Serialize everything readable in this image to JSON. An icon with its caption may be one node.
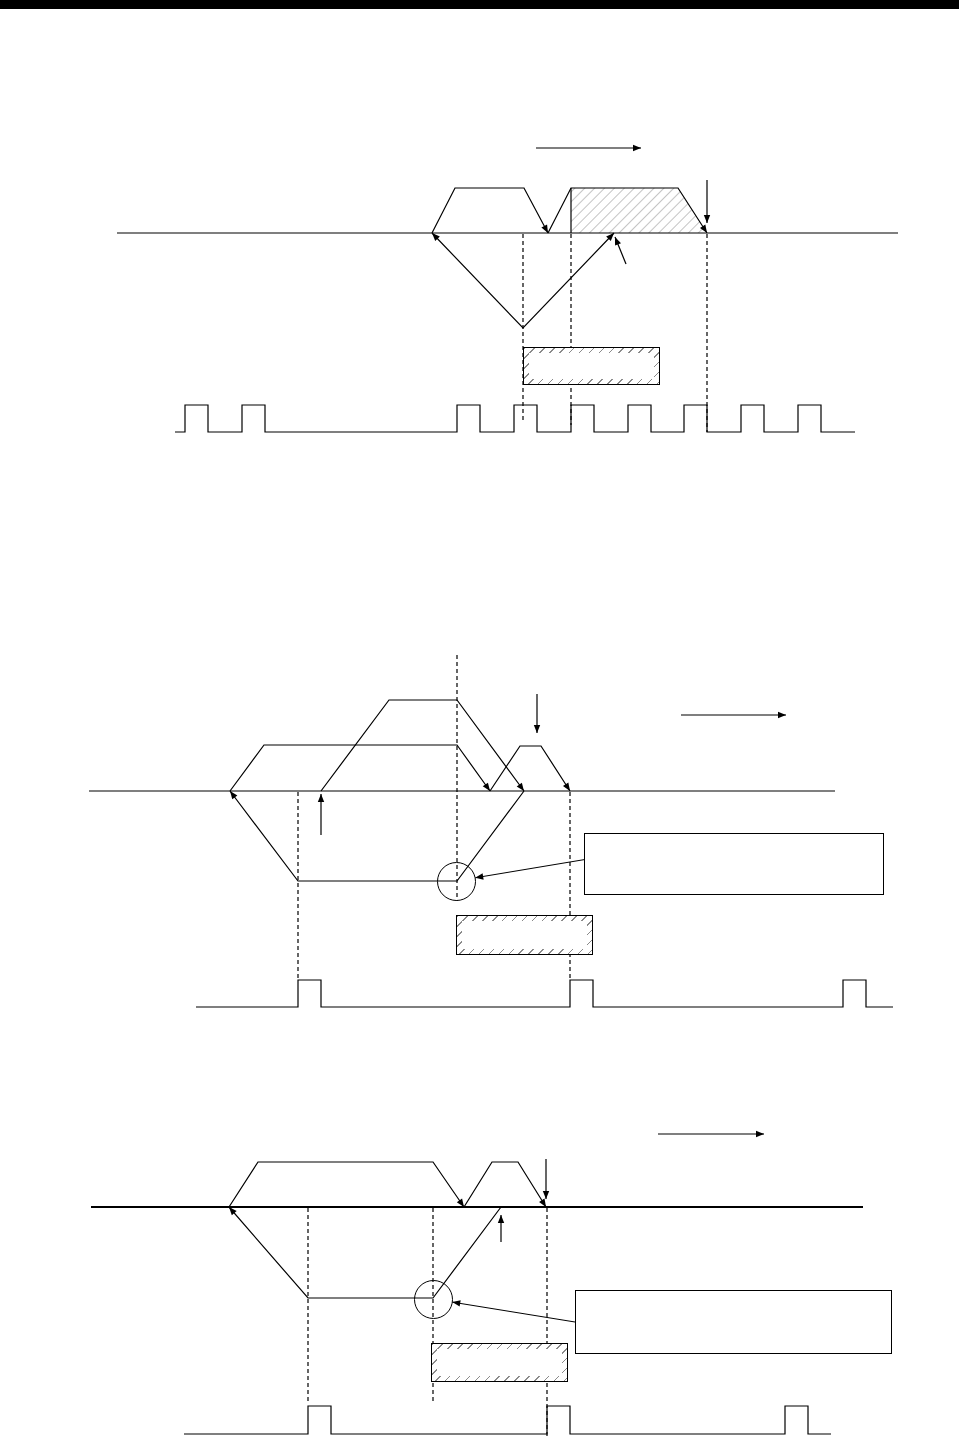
{
  "diagram": {
    "nodes": [
      {
        "text": [],
        "shape": "box"
      },
      {
        "text": [],
        "shape": "box"
      },
      {
        "text": [],
        "shape": "circle"
      },
      {
        "text": [],
        "shape": "box"
      },
      {
        "text": [],
        "shape": "box"
      },
      {
        "text": [],
        "shape": "circle"
      },
      {
        "text": [],
        "shape": "box"
      }
    ],
    "edges": [
      {
        "from": 1,
        "to": 2,
        "arrow": "to"
      },
      {
        "from": 4,
        "to": 5,
        "arrow": "to"
      }
    ]
  }
}
